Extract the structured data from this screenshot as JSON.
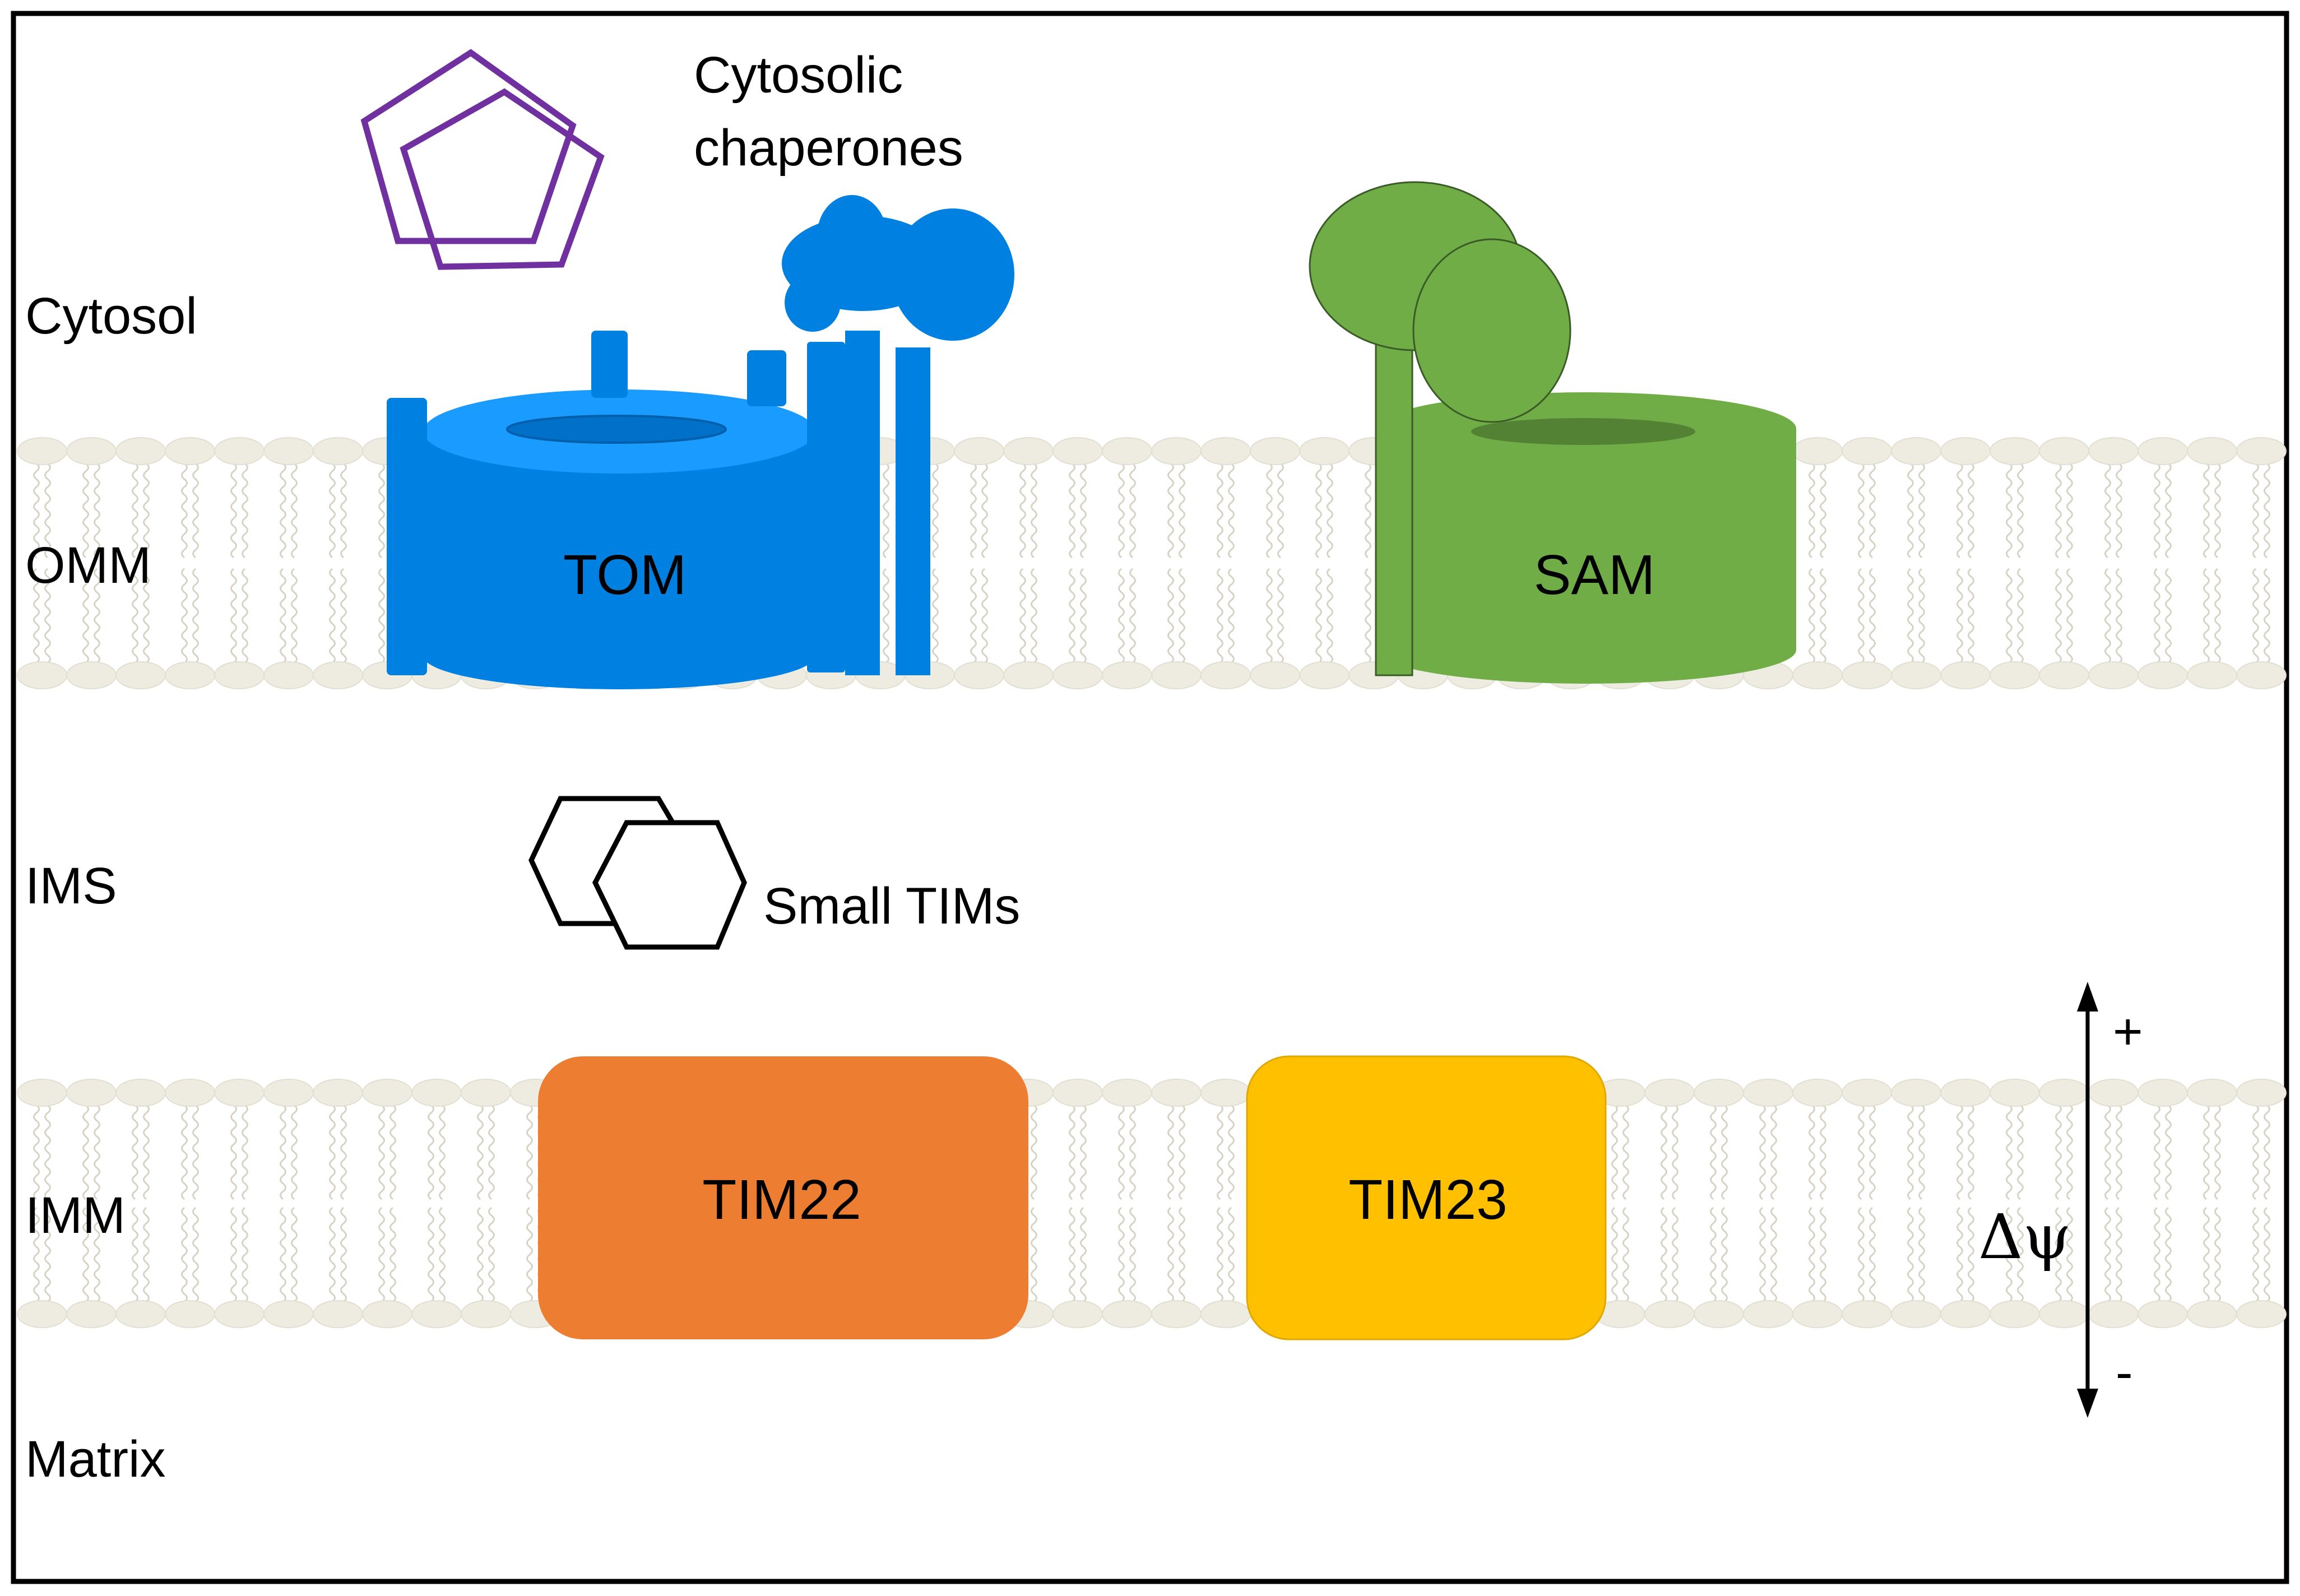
{
  "labels": {
    "cytosol": "Cytosol",
    "omm": "OMM",
    "ims": "IMS",
    "imm": "IMM",
    "matrix": "Matrix"
  },
  "annotations": {
    "cytosolic_chaperones_line1": "Cytosolic",
    "cytosolic_chaperones_line2": "chaperones",
    "small_tims": "Small TIMs"
  },
  "complexes": {
    "tom": "TOM",
    "sam": "SAM",
    "tim22": "TIM22",
    "tim23": "TIM23"
  },
  "membrane_potential": {
    "symbol": "Δψ",
    "positive": "+",
    "negative": "-"
  },
  "colors": {
    "tom_blue": "#0080E0",
    "tom_top": "#1A9BFF",
    "sam_green": "#70AD47",
    "tim22_orange": "#ED7D31",
    "tim23_yellow": "#FFC000",
    "chaperone_purple": "#7030A0",
    "lipid_head": "#EEECE1",
    "lipid_tail": "#D6D3C4"
  }
}
